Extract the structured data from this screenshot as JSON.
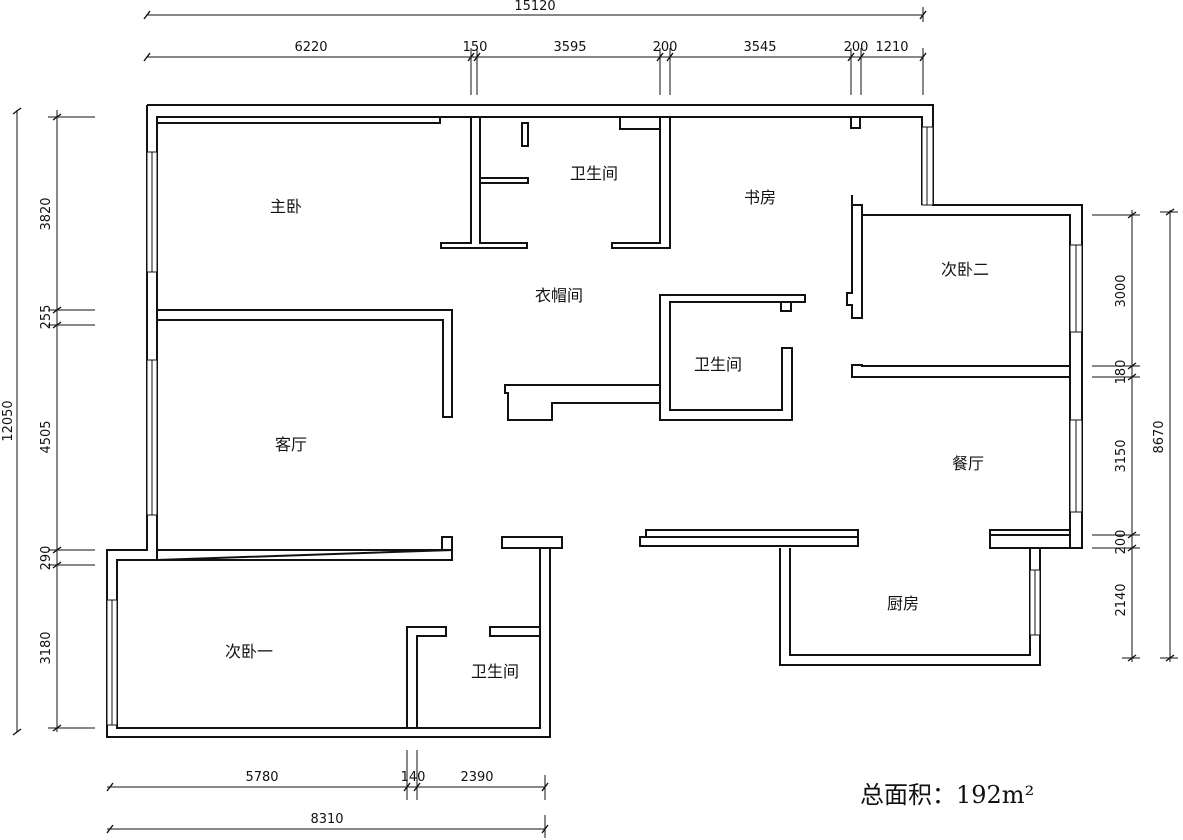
{
  "rooms": {
    "master_bedroom": "主卧",
    "bathroom_top": "卫生间",
    "study": "书房",
    "cloakroom": "衣帽间",
    "bedroom_two": "次卧二",
    "bathroom_center": "卫生间",
    "living_room": "客厅",
    "dining_room": "餐厅",
    "kitchen": "厨房",
    "bedroom_one": "次卧一",
    "bathroom_bottom": "卫生间"
  },
  "dimensions": {
    "top_total": "15120",
    "top": [
      "6220",
      "150",
      "3595",
      "200",
      "3545",
      "200",
      "1210"
    ],
    "left_total": "12050",
    "left": [
      "3820",
      "255",
      "4505",
      "290",
      "3180"
    ],
    "right_total": "8670",
    "right": [
      "3000",
      "180",
      "3150",
      "200",
      "2140"
    ],
    "bottom_total": "8310",
    "bottom": [
      "5780",
      "140",
      "2390"
    ]
  },
  "total_area": "总面积：192m²"
}
